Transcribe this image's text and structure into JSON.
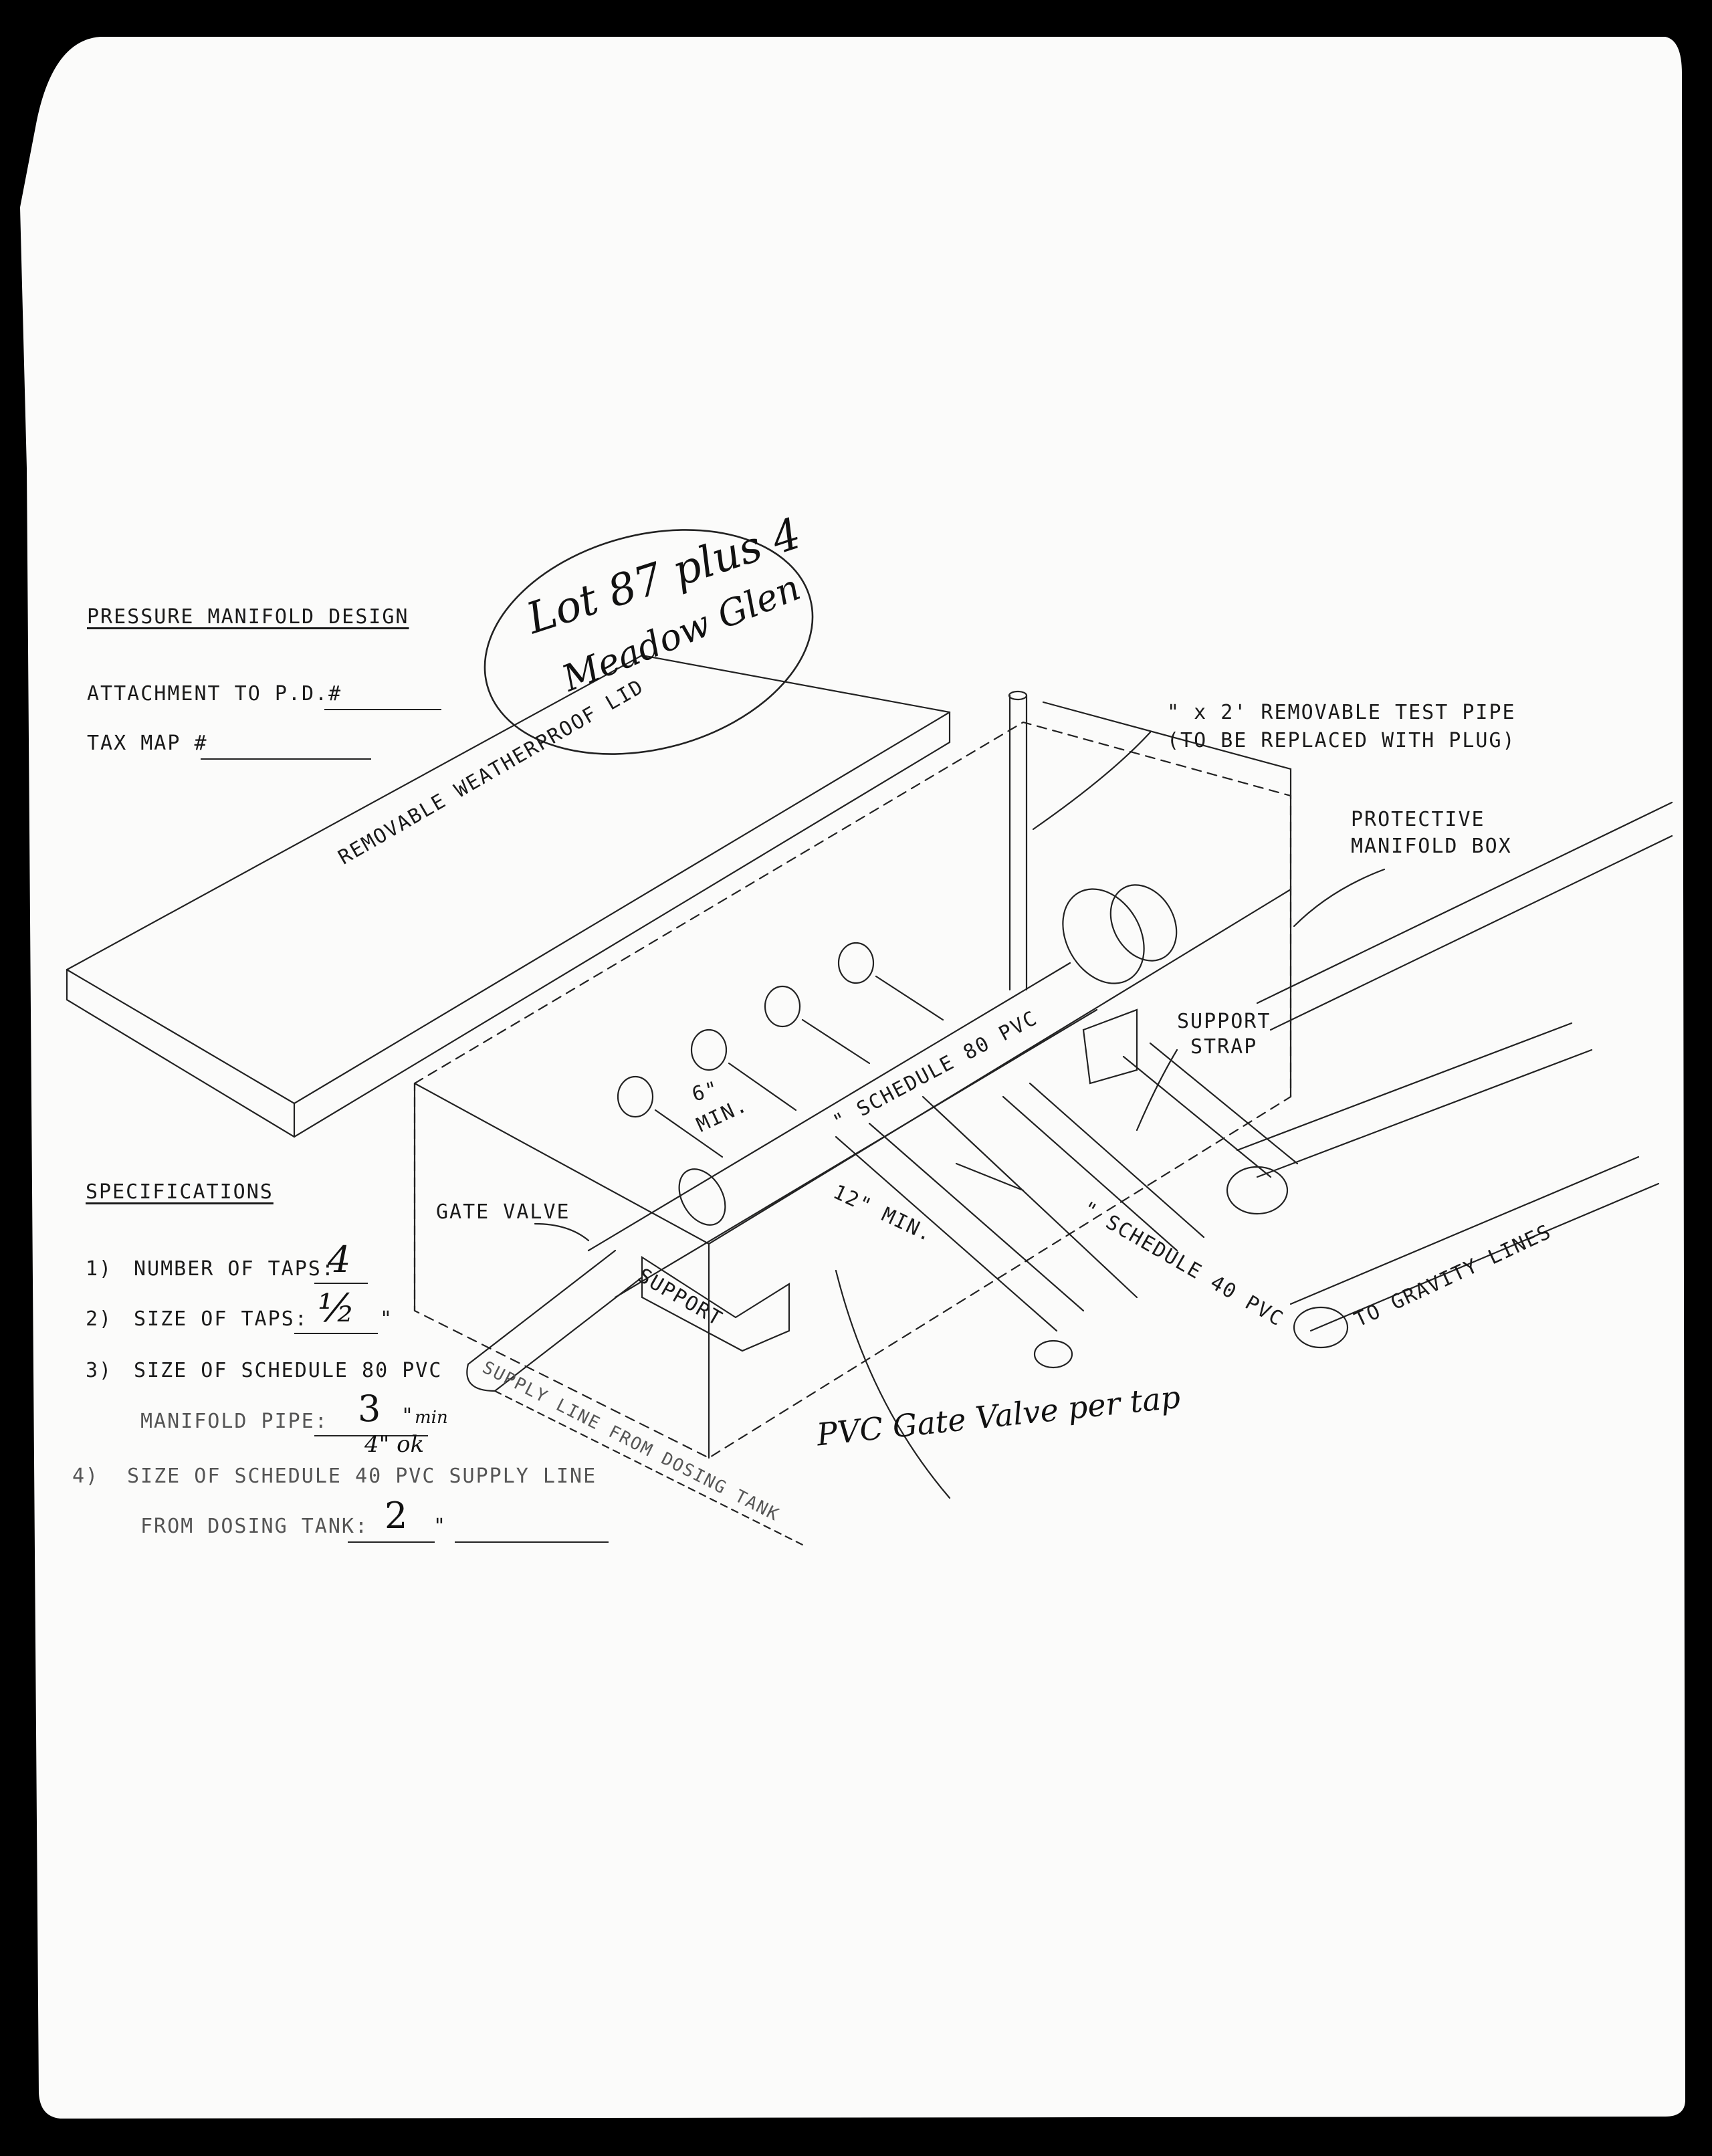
{
  "title": "PRESSURE MANIFOLD DESIGN",
  "attachment_label": "ATTACHMENT TO P.D.#",
  "tax_map_label": "TAX MAP #",
  "handwritten_lot": "Lot 87 plus 4",
  "handwritten_location": "Meadow Glen",
  "diagram_labels": {
    "lid": "REMOVABLE WEATHERPROOF LID",
    "test_pipe_line1": "\" x 2' REMOVABLE TEST PIPE",
    "test_pipe_line2": "(TO BE REPLACED WITH PLUG)",
    "box_line1": "PROTECTIVE",
    "box_line2": "MANIFOLD BOX",
    "strap_line1": "SUPPORT",
    "strap_line2": "STRAP",
    "schedule80": "\" SCHEDULE 80 PVC",
    "schedule40": "\" SCHEDULE 40 PVC",
    "gravity": "TO GRAVITY LINES",
    "gate_valve": "GATE VALVE",
    "support": "SUPPORT",
    "six_min_1": "6\"",
    "six_min_2": "MIN.",
    "twelve_min": "12\" MIN.",
    "supply_line": "SUPPLY LINE FROM DOSING TANK",
    "handwritten_valve_note": "PVC Gate Valve per tap"
  },
  "specifications": {
    "heading": "SPECIFICATIONS",
    "items": [
      {
        "num": "1)",
        "label": "NUMBER OF TAPS:",
        "value": "4",
        "suffix": ""
      },
      {
        "num": "2)",
        "label": "SIZE OF TAPS:",
        "value": "½",
        "suffix": "\""
      },
      {
        "num": "3)",
        "label": "SIZE OF SCHEDULE 80 PVC",
        "value": "",
        "suffix": ""
      },
      {
        "num": "",
        "label": "MANIFOLD PIPE:",
        "value": "3",
        "suffix": "\"",
        "note": "min",
        "note2": "4\" ok"
      },
      {
        "num": "4)",
        "label": "SIZE OF SCHEDULE 40 PVC SUPPLY LINE",
        "value": "",
        "suffix": ""
      },
      {
        "num": "",
        "label": "FROM DOSING TANK:",
        "value": "2",
        "suffix": "\""
      }
    ]
  }
}
